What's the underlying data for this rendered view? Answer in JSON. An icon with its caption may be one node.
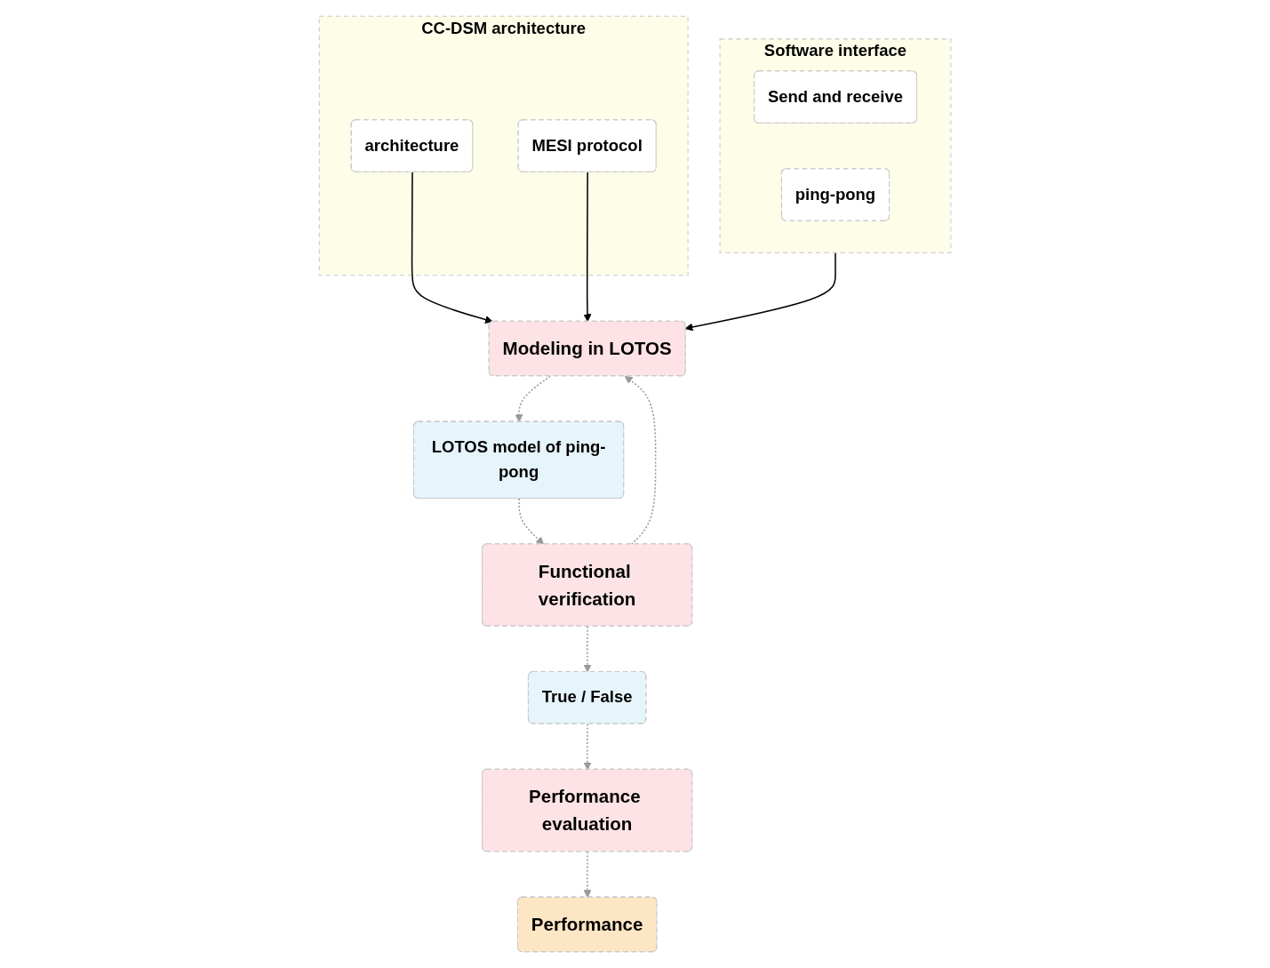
{
  "diagram": {
    "nodes": [
      {
        "text": [
          "CC-DSM architecture"
        ]
      },
      {
        "text": [
          "architecture"
        ],
        "in": 0
      },
      {
        "text": [
          "MESI protocol"
        ],
        "in": 0
      },
      {
        "text": [
          "Software interface"
        ]
      },
      {
        "text": [
          "Send and receive"
        ],
        "in": 3
      },
      {
        "text": [
          "ping-pong"
        ],
        "in": 3
      },
      {
        "text": [
          "Modeling in LOTOS"
        ]
      },
      {
        "text": [
          "LOTOS model of ping-pong"
        ]
      },
      {
        "text": [
          "Functional verification"
        ]
      },
      {
        "text": [
          "True / False"
        ]
      },
      {
        "text": [
          "Performance evaluation"
        ]
      },
      {
        "text": [
          "Performance"
        ]
      }
    ],
    "edges": [
      {
        "from": 1,
        "to": 6,
        "arrow": "to",
        "color": "#000000"
      },
      {
        "from": 2,
        "to": 6,
        "arrow": "to",
        "color": "#000000"
      },
      {
        "from": 3,
        "to": 6,
        "arrow": "to",
        "color": "#000000"
      },
      {
        "from": 6,
        "to": 7,
        "arrow": "to",
        "style": "dashed"
      },
      {
        "from": 7,
        "to": 8,
        "arrow": "to",
        "style": "dashed"
      },
      {
        "from": 8,
        "to": 6,
        "arrow": "to",
        "style": "dashed"
      },
      {
        "from": 8,
        "to": 9,
        "arrow": "to",
        "style": "dashed"
      },
      {
        "from": 9,
        "to": 10,
        "arrow": "to",
        "style": "dashed"
      },
      {
        "from": 10,
        "to": 11,
        "arrow": "to",
        "style": "dashed"
      }
    ]
  }
}
